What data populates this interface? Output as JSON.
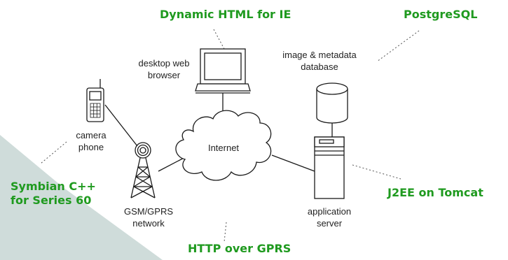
{
  "colors": {
    "tech_green": "#1f9a1f",
    "stroke": "#1a1a1a",
    "corner_fill": "#cfdcda"
  },
  "nodes": {
    "camera_phone": {
      "label": "camera phone",
      "icon": "mobile-phone-icon"
    },
    "gsm_gprs": {
      "label": "GSM/GPRS network",
      "icon": "radio-tower-icon"
    },
    "internet": {
      "label": "Internet",
      "icon": "cloud-icon"
    },
    "desktop": {
      "label": "desktop web browser",
      "icon": "computer-monitor-icon"
    },
    "database": {
      "label": "image & metadata database",
      "icon": "database-cylinder-icon"
    },
    "app_server": {
      "label": "application server",
      "icon": "server-tower-icon"
    }
  },
  "technologies": {
    "dynamic_html": "Dynamic HTML for IE",
    "postgresql": "PostgreSQL",
    "symbian": "Symbian C++ for Series 60",
    "j2ee": "J2EE on Tomcat",
    "http_gprs": "HTTP over GPRS"
  }
}
